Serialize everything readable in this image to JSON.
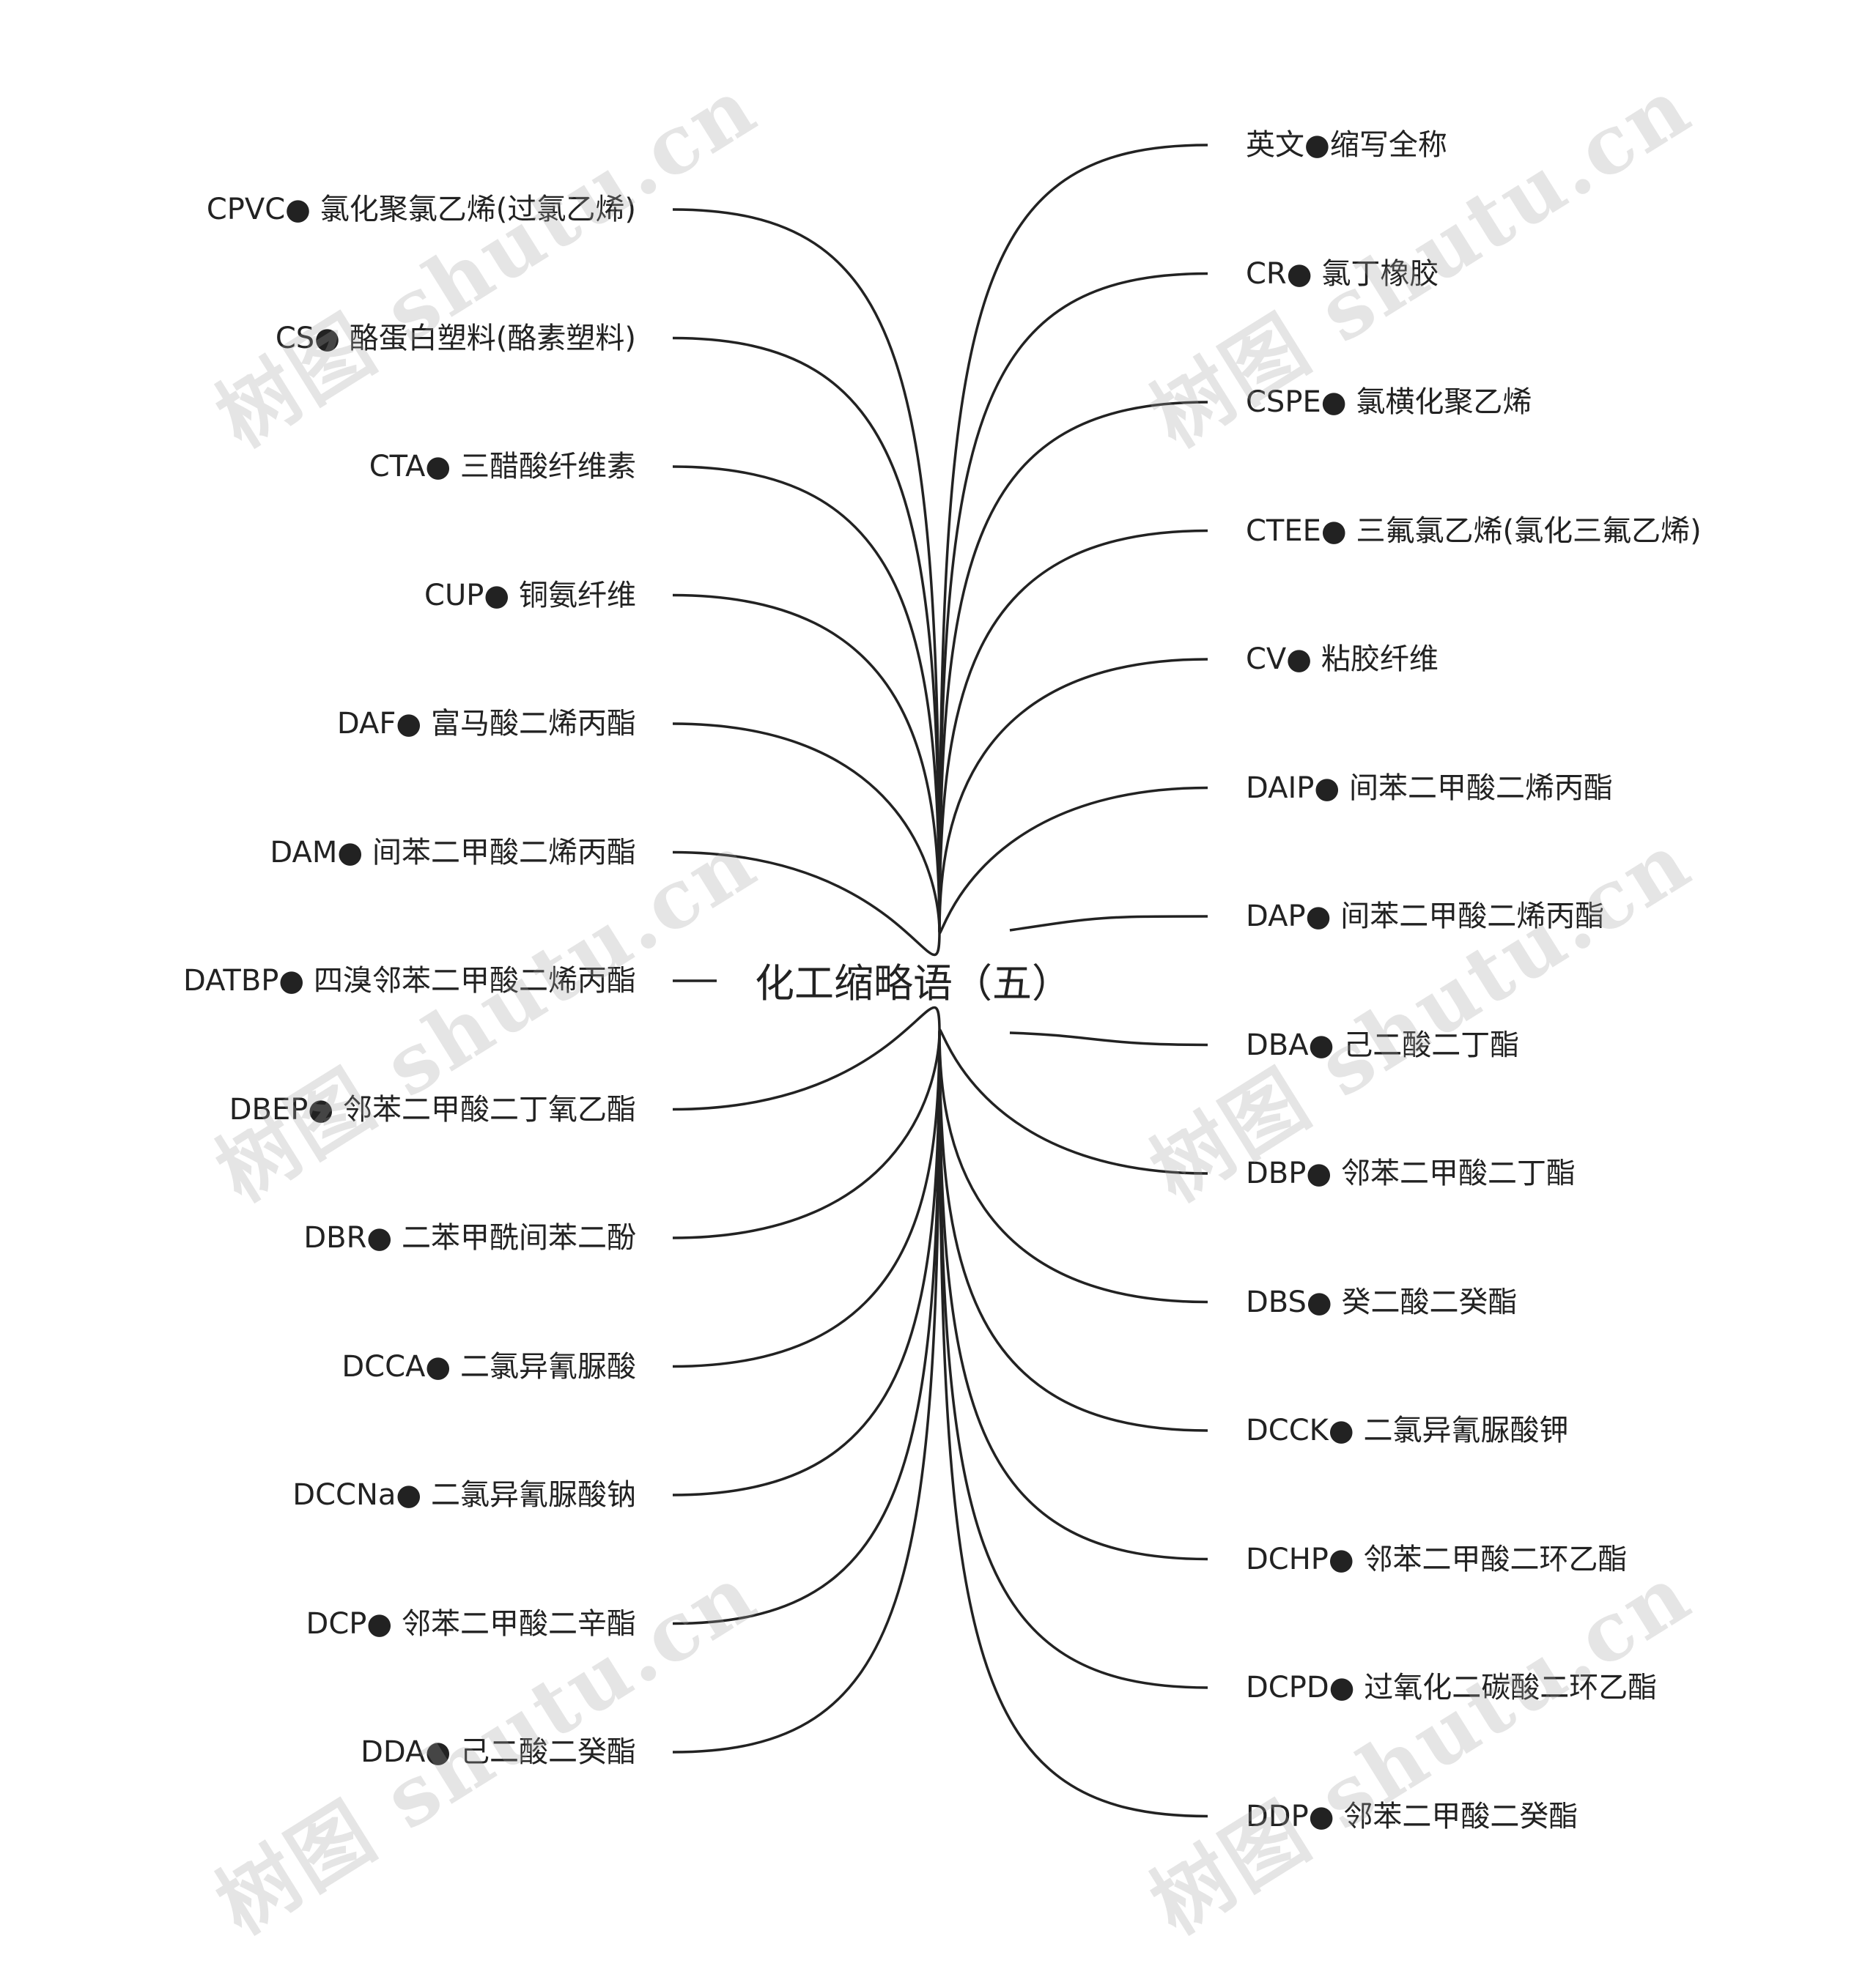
{
  "center": {
    "label": "化工缩略语（五）"
  },
  "left_items": [
    "CPVC● 氯化聚氯乙烯(过氯乙烯)",
    "CS● 酪蛋白塑料(酪素塑料)",
    "CTA● 三醋酸纤维素",
    "CUP● 铜氨纤维",
    "DAF● 富马酸二烯丙酯",
    "DAM● 间苯二甲酸二烯丙酯",
    "DATBP● 四溴邻苯二甲酸二烯丙酯",
    "DBEP● 邻苯二甲酸二丁氧乙酯",
    "DBR● 二苯甲酰间苯二酚",
    "DCCA● 二氯异氰脲酸",
    "DCCNa● 二氯异氰脲酸钠",
    "DCP● 邻苯二甲酸二辛酯",
    "DDA● 己二酸二癸酯"
  ],
  "right_items": [
    "英文●缩写全称",
    "CR● 氯丁橡胶",
    "CSPE● 氯横化聚乙烯",
    "CTEE● 三氟氯乙烯(氯化三氟乙烯)",
    "CV● 粘胶纤维",
    "DAIP● 间苯二甲酸二烯丙酯",
    "DAP● 间苯二甲酸二烯丙酯",
    "DBA● 己二酸二丁酯",
    "DBP● 邻苯二甲酸二丁酯",
    "DBS● 癸二酸二癸酯",
    "DCCK● 二氯异氰脲酸钾",
    "DCHP● 邻苯二甲酸二环乙酯",
    "DCPD● 过氧化二碳酸二环乙酯",
    "DDP● 邻苯二甲酸二癸酯"
  ],
  "watermark": "树图 shutu.cn",
  "colors": {
    "line": "#222222",
    "text": "#222222",
    "watermark": "#a0a0a0"
  }
}
